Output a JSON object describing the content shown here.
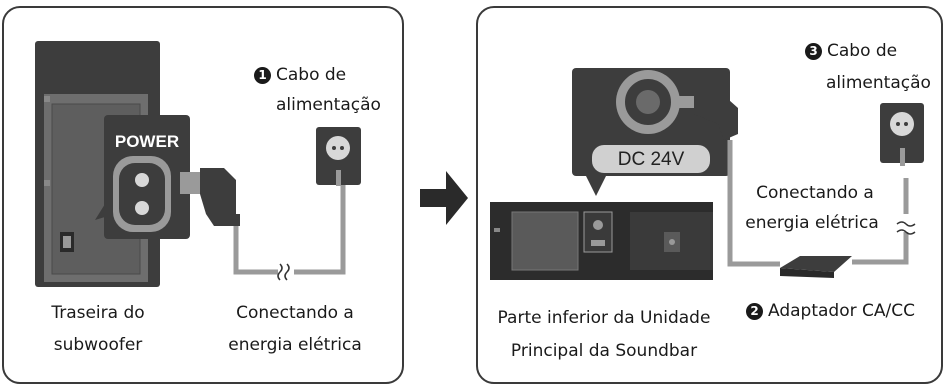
{
  "left": {
    "power_label": "POWER",
    "step_number": "1",
    "power_cable_line1": "Cabo de",
    "power_cable_line2": "alimentação",
    "subwoofer_line1": "Traseira do",
    "subwoofer_line2": "subwoofer",
    "connect_line1": "Conectando a",
    "connect_line2": "energia elétrica"
  },
  "right": {
    "dc_label": "DC 24V",
    "step_number_3": "3",
    "power_cable_line1": "Cabo de",
    "power_cable_line2": "alimentação",
    "connect_line1": "Conectando a",
    "connect_line2": "energia elétrica",
    "step_number_2": "2",
    "adapter_label": "Adaptador CA/CC",
    "bottom_line1": "Parte inferior da Unidade",
    "bottom_line2": "Principal da Soundbar"
  },
  "colors": {
    "dark": "#3a3a3a",
    "mid_gray": "#8a8a8a",
    "light_gray": "#b8b8b8",
    "cable_gray": "#9a9a9a",
    "arrow": "#2a2a2a"
  }
}
